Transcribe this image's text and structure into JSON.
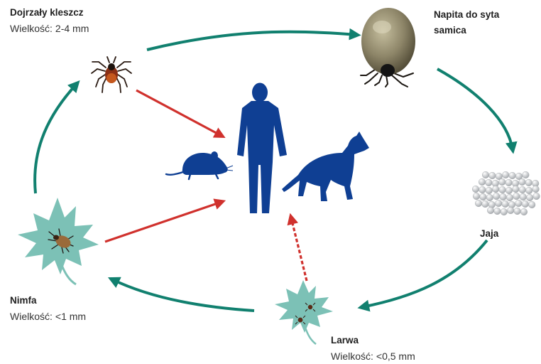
{
  "stages": {
    "adult": {
      "title": "Dojrzały kleszcz",
      "size_label": "Wielkość:",
      "size_value": "2-4 mm"
    },
    "engorged_female": {
      "title_line1": "Napita do syta",
      "title_line2": "samica"
    },
    "eggs": {
      "title": "Jaja"
    },
    "larva": {
      "title": "Larwa",
      "size_label": "Wielkość:",
      "size_value": "<0,5 mm"
    },
    "nymph": {
      "title": "Nimfa",
      "size_label": "Wielkość:",
      "size_value": "<1 mm"
    }
  },
  "hosts": [
    "mouse",
    "human",
    "dog"
  ],
  "icons": [
    "adult-tick-icon",
    "engorged-tick-icon",
    "eggs-icon",
    "larva-leaf-icon",
    "nymph-leaf-icon",
    "mouse-icon",
    "human-icon",
    "dog-icon"
  ],
  "colors": {
    "cycle_arrow": "#11806f",
    "host_arrow": "#d0312d",
    "host_silhouette": "#0f3f93",
    "leaf": "#7cc1b6",
    "tick_body": "#8b2f15",
    "engorged_body": "#8c8468",
    "egg": "#d4d6d8"
  }
}
